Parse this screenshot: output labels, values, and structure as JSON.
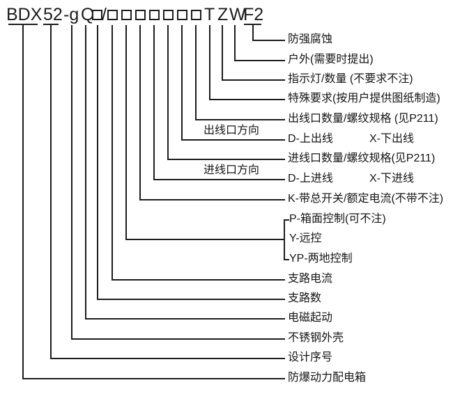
{
  "code": {
    "family": "BDX",
    "design_no": "52",
    "shell": "-g",
    "start": "Q",
    "slash": "/",
    "t": "T",
    "z": "Z",
    "w": "W",
    "f2": "F2"
  },
  "labels": {
    "anti_strong_corrosion": "防强腐蚀",
    "outdoor": "户外(需要时提出)",
    "indicator_lamp": "指示灯/数量 (不要求不注)",
    "special_requirement": "特殊要求(按用户提供图纸制造)",
    "outlet_count_spec": "出线口数量/螺纹规格 (见P211)",
    "outlet_direction_title": "出线口方向",
    "outlet_direction_up": "D-上出线",
    "outlet_direction_down": "X-下出线",
    "inlet_count_spec": "进线口数量/螺纹规格(见P211)",
    "inlet_direction_title": "进线口方向",
    "inlet_direction_up": "D-上进线",
    "inlet_direction_down": "X-下进线",
    "main_switch": "K-带总开关/额定电流(不带不注)",
    "panel_control": "P-箱面控制(可不注)",
    "remote_control": "Y-远控",
    "two_place_control": "YP-两地控制",
    "branch_current": "支路电流",
    "branch_count": "支路数",
    "magnetic_start": "电磁起动",
    "stainless_shell": "不锈钢外壳",
    "design_serial": "设计序号",
    "product_name": "防爆动力配电箱"
  }
}
